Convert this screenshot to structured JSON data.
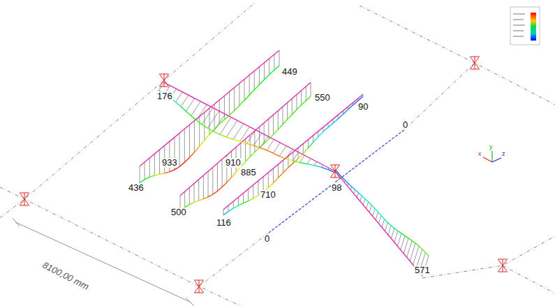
{
  "diagram": {
    "labels": [
      "449",
      "176",
      "550",
      "90",
      "0",
      "933",
      "910",
      "885",
      "436",
      "500",
      "710",
      "98",
      "116",
      "0",
      "571",
      "8100,00 mm",
      "x",
      "y",
      "z"
    ]
  }
}
